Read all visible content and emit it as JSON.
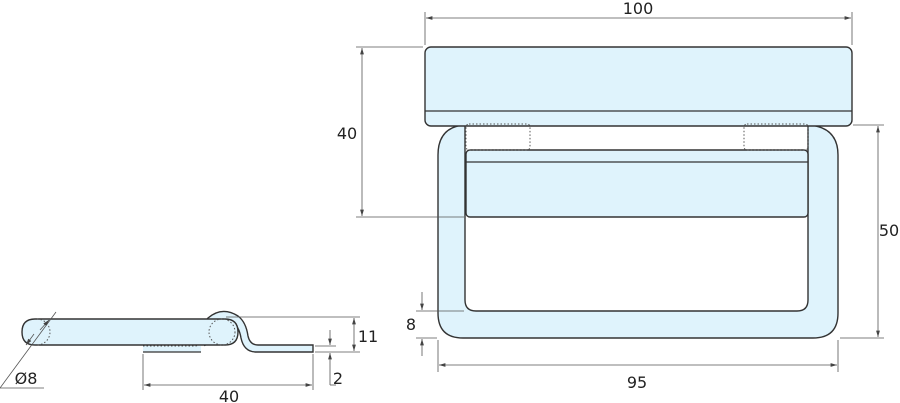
{
  "drawing": {
    "fill_color": "#dff3fc",
    "top_view": {
      "width_label": "100",
      "handle_depth_label": "40",
      "frame_height_label": "50",
      "frame_width_label": "95",
      "tube_label": "8"
    },
    "side_view": {
      "diameter_label": "Ø8",
      "length_label": "40",
      "height_label": "11",
      "thickness_label": "2"
    }
  }
}
